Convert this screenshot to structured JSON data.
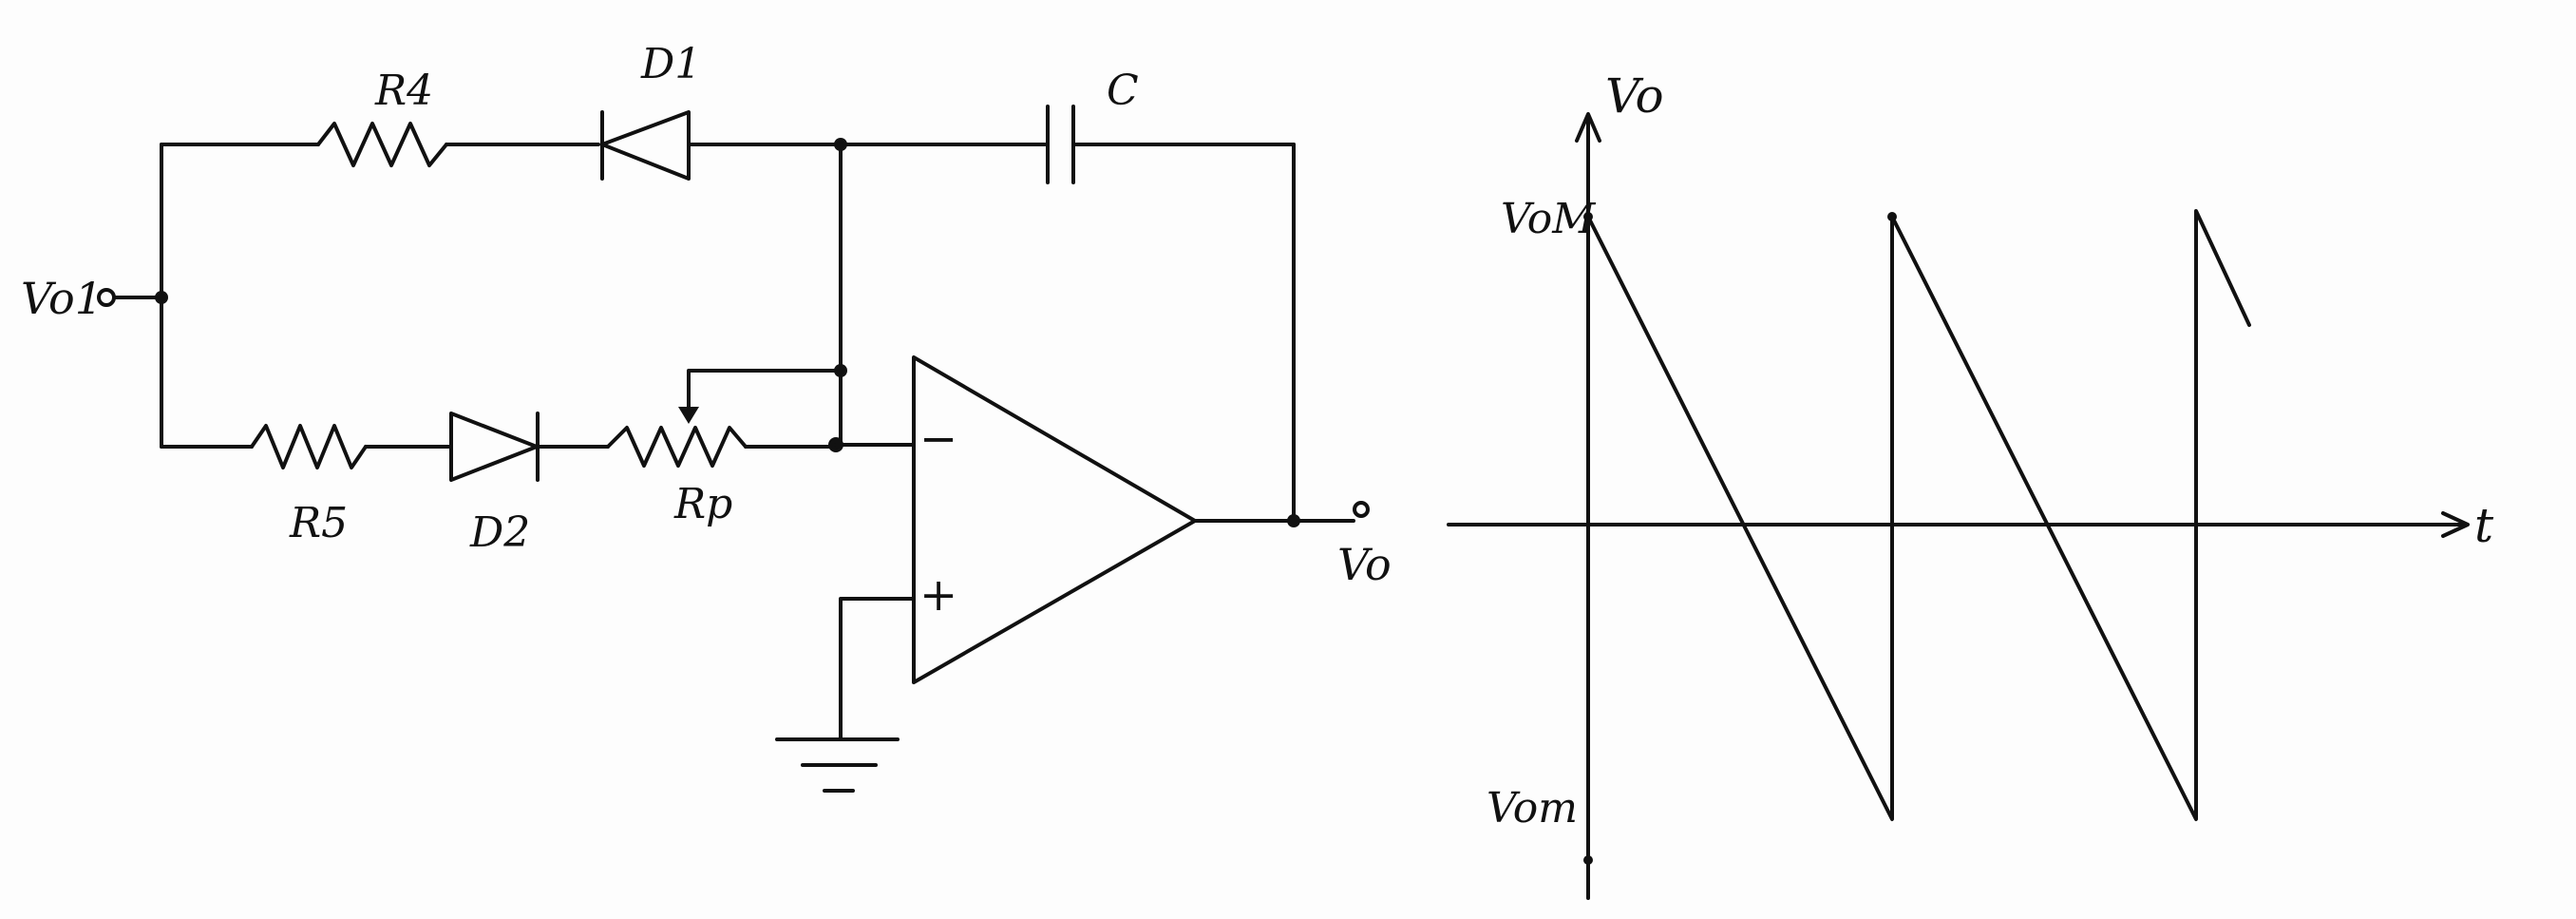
{
  "colors": {
    "ink": "#111111",
    "paper": "#fdfdfd"
  },
  "circuit": {
    "input_label": "Vo1",
    "output_label": "Vo",
    "r4_label": "R4",
    "d1_label": "D1",
    "c_label": "C",
    "r5_label": "R5",
    "d2_label": "D2",
    "rp_label": "Rp",
    "opamp_minus": "−",
    "opamp_plus": "+"
  },
  "graph": {
    "y_axis_label": "Vo",
    "x_axis_label": "t",
    "vom_max_label": "VoM",
    "vom_min_label": "Vom"
  }
}
